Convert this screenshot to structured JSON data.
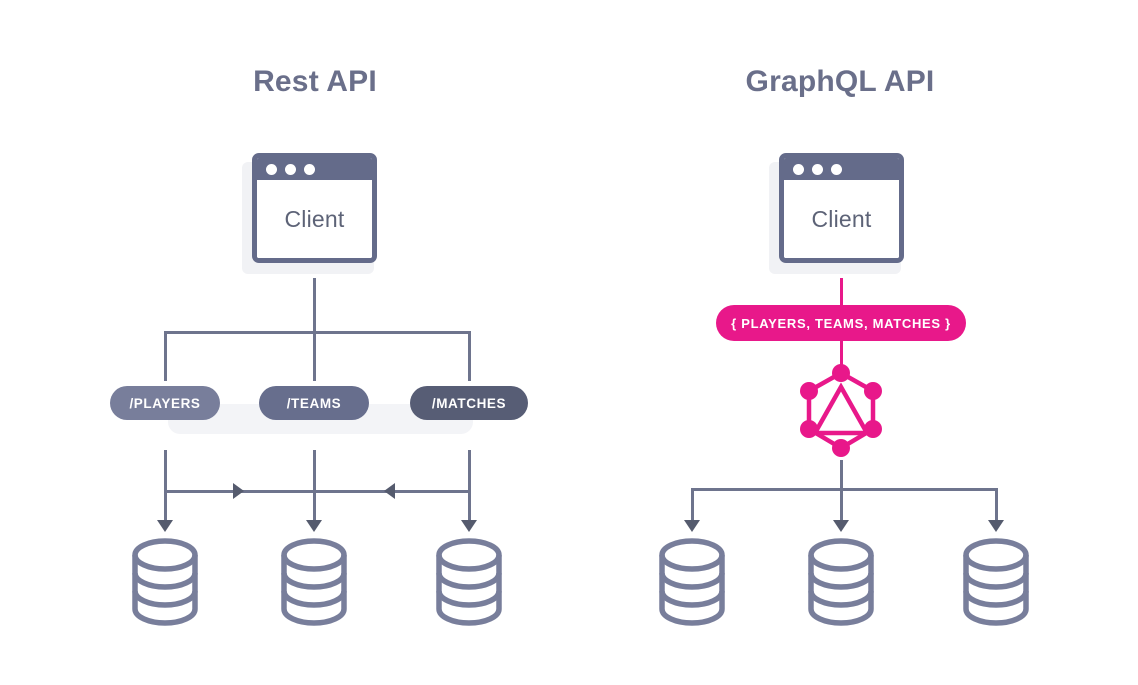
{
  "diagram": {
    "background": "#ffffff",
    "stroke_color": "#6e748d",
    "slate_color": "#646b8a",
    "accent_pink": "#e8188a",
    "title_color": "#6a6f8a"
  },
  "panels": {
    "rest": {
      "title": "Rest API",
      "client": {
        "label": "Client",
        "dots": 3
      },
      "endpoints": [
        {
          "label": "/PLAYERS",
          "color": "#787e9b"
        },
        {
          "label": "/TEAMS",
          "color": "#676e8d"
        },
        {
          "label": "/MATCHES",
          "color": "#575d75"
        }
      ],
      "databases": 3
    },
    "graphql": {
      "title": "GraphQL API",
      "client": {
        "label": "Client",
        "dots": 3
      },
      "query": {
        "label": "{ PLAYERS, TEAMS, MATCHES }",
        "color": "#e8188a"
      },
      "logo_name": "graphql-logo",
      "databases": 3
    }
  }
}
